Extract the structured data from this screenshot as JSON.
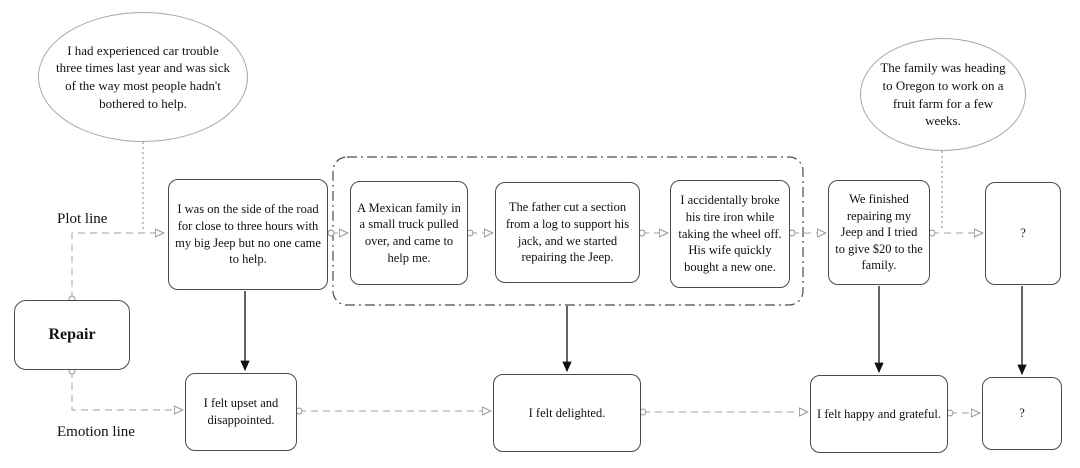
{
  "diagram": {
    "labels": {
      "plot_line": "Plot line",
      "emotion_line": "Emotion line",
      "topic": "Repair"
    },
    "context_bubbles": [
      {
        "text": "I had experienced car trouble three times last year and was sick of the way most people hadn't bothered to help."
      },
      {
        "text": "The family was heading to Oregon to work on a fruit farm for a few weeks."
      }
    ],
    "plot_events": [
      {
        "text": "I was on the side of the road for close to three hours with my big Jeep but no one came to help."
      },
      {
        "text": "A Mexican family in a small truck pulled over, and came to help me."
      },
      {
        "text": "The father cut a section from a log to support his jack, and we started repairing the Jeep."
      },
      {
        "text": "I accidentally broke his tire iron while taking the wheel off. His wife quickly bought a new one."
      },
      {
        "text": "We finished repairing my Jeep and I tried to give $20 to the family."
      },
      {
        "text": "?"
      }
    ],
    "emotions": [
      {
        "text": "I felt upset and disappointed."
      },
      {
        "text": "I felt delighted."
      },
      {
        "text": "I felt happy and grateful."
      },
      {
        "text": "?"
      }
    ],
    "colors": {
      "connector": "#b5b5b5",
      "solid_arrow": "#111111",
      "box_border": "#4a4a4a",
      "group_outline": "#4a4a4a",
      "background": "#ffffff"
    }
  }
}
